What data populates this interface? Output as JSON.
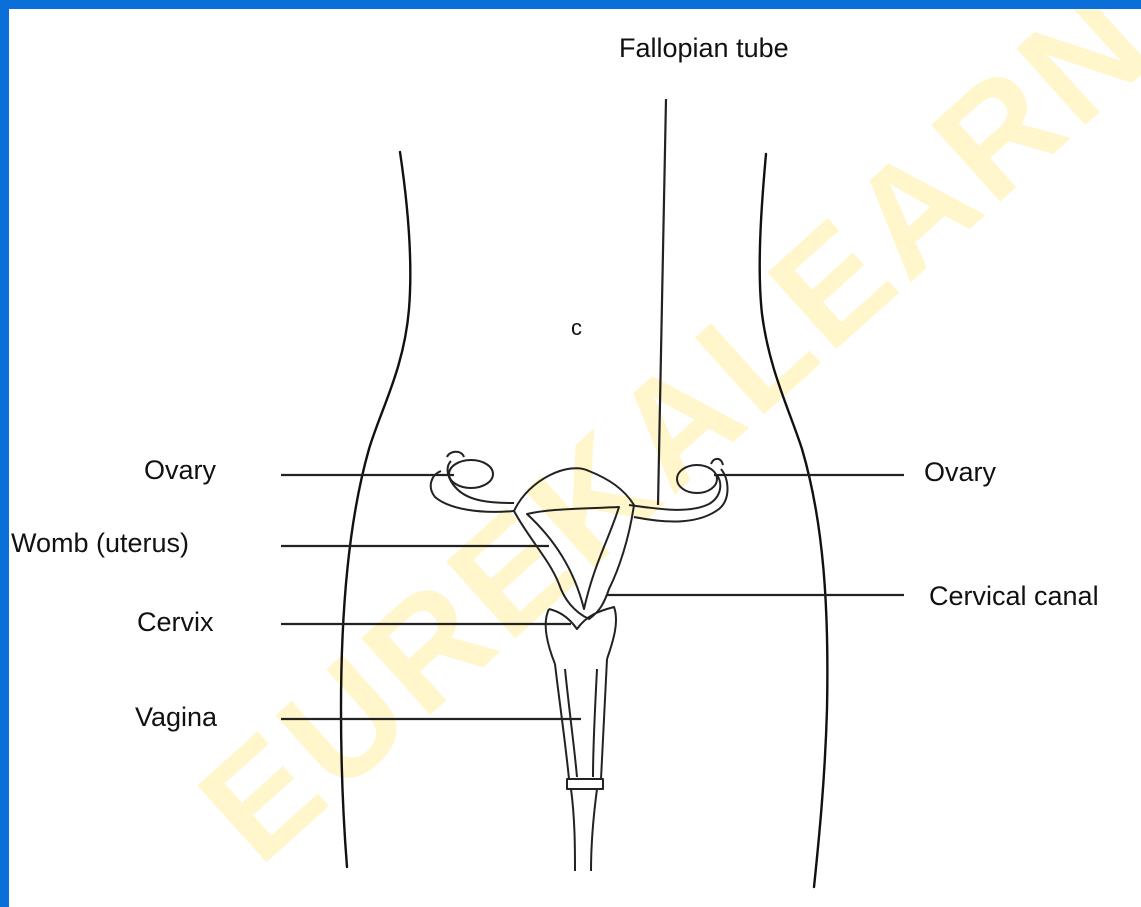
{
  "diagram": {
    "labels": {
      "fallopian_tube": "Fallopian tube",
      "ovary_left": "Ovary",
      "ovary_right": "Ovary",
      "womb": "Womb (uterus)",
      "cervix": "Cervix",
      "cervical_canal": "Cervical canal",
      "vagina": "Vagina",
      "marker": "c"
    },
    "watermark": "EUREKALEARN",
    "colors": {
      "border": "#0a6fd8",
      "background": "#ffffff",
      "line": "#111111",
      "watermark": "#fff6cc"
    }
  }
}
